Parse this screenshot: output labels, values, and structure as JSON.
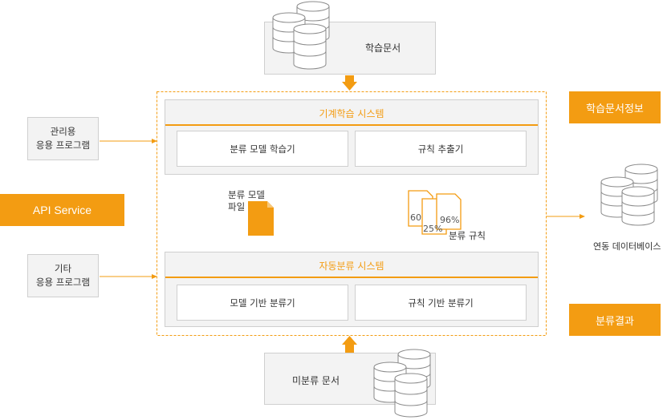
{
  "top_doc": {
    "label": "학습문서"
  },
  "bottom_doc": {
    "label": "미분류 문서"
  },
  "learning_system": {
    "title": "기계학습 시스템",
    "modules": [
      "분류 모델 학습기",
      "규칙 추출기"
    ]
  },
  "auto_system": {
    "title": "자동분류 시스템",
    "modules": [
      "모델 기반 분류기",
      "규칙 기반 분류기"
    ]
  },
  "left": {
    "mgmt_app": {
      "line1": "관리용",
      "line2": "응용 프로그램"
    },
    "api_service": "API Service",
    "other_app": {
      "line1": "기타",
      "line2": "응용 프로그램"
    }
  },
  "middle": {
    "model_file": {
      "line1": "분류 모델",
      "line2": "파일"
    },
    "rules": {
      "label": "분류 규칙",
      "pct1": "60",
      "pct2": "25%",
      "pct3": "96%"
    }
  },
  "right": {
    "learning_info": "학습문서정보",
    "linked_db": "연동 데이터베이스",
    "result": "분류결과"
  },
  "colors": {
    "accent": "#f39c12",
    "box_fill": "#f3f3f3",
    "border": "#cfcfcf"
  }
}
